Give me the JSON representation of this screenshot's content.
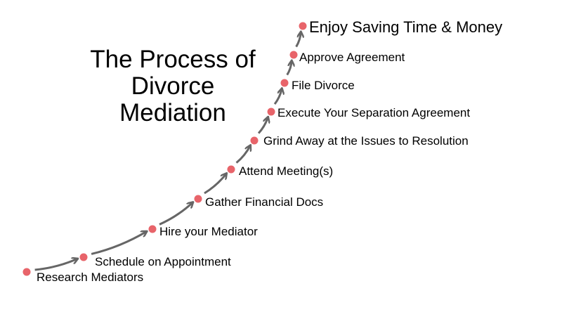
{
  "title": {
    "line1": "The Process of",
    "line2": "Divorce",
    "line3": "Mediation"
  },
  "steps": [
    {
      "label": "Research Mediators"
    },
    {
      "label": "Schedule on Appointment"
    },
    {
      "label": "Hire your Mediator"
    },
    {
      "label": "Gather Financial Docs"
    },
    {
      "label": "Attend Meeting(s)"
    },
    {
      "label": "Grind Away at the Issues to Resolution"
    },
    {
      "label": "Execute Your Separation Agreement"
    },
    {
      "label": "File Divorce"
    },
    {
      "label": "Approve Agreement"
    },
    {
      "label": "Enjoy Saving Time & Money"
    }
  ],
  "colors": {
    "dot": "#e8646a",
    "arrow": "#666666"
  }
}
